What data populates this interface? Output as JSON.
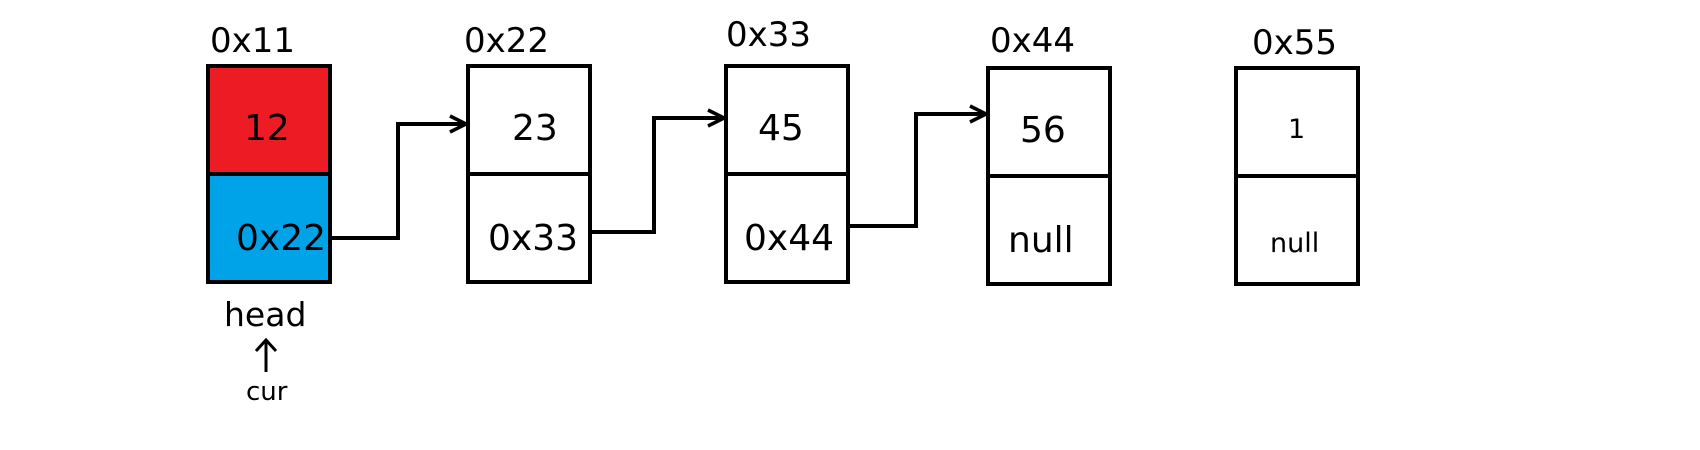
{
  "diagram": {
    "colors": {
      "highlight_data": "#ED1C24",
      "highlight_next": "#00A2E8",
      "box_fill": "#FFFFFF",
      "stroke": "#000000"
    },
    "nodes": [
      {
        "address": "0x11",
        "data": "12",
        "next": "0x22",
        "highlighted": true
      },
      {
        "address": "0x22",
        "data": "23",
        "next": "0x33",
        "highlighted": false
      },
      {
        "address": "0x33",
        "data": "45",
        "next": "0x44",
        "highlighted": false
      },
      {
        "address": "0x44",
        "data": "56",
        "next": "null",
        "highlighted": false
      },
      {
        "address": "0x55",
        "data": "1",
        "next": "null",
        "highlighted": false
      }
    ],
    "links": [
      {
        "from": 0,
        "to": 1
      },
      {
        "from": 1,
        "to": 2
      },
      {
        "from": 2,
        "to": 3
      }
    ],
    "head_label": "head",
    "cur_label": "cur"
  }
}
